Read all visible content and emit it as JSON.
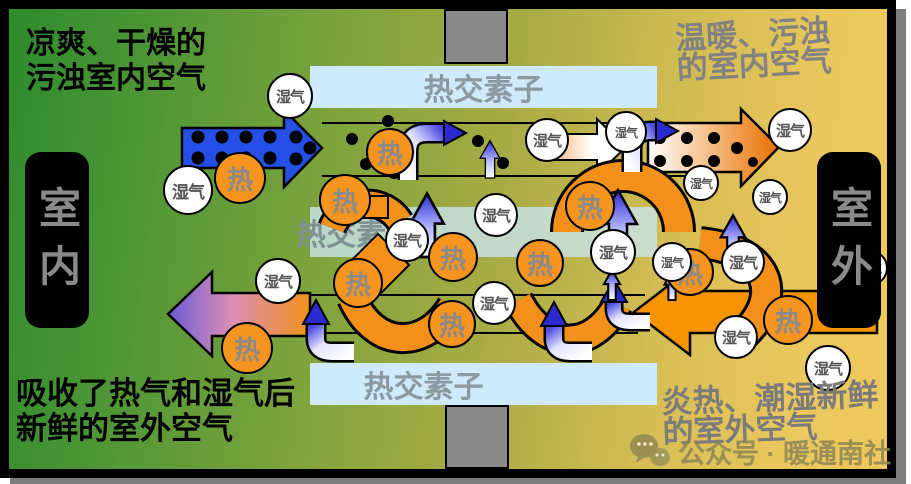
{
  "diagram": {
    "corner_texts": {
      "top_left": "凉爽、干燥的\n污浊室内空气",
      "top_right": "温暖、污浊\n的室内空气",
      "bottom_left": "吸收了热气和湿气后\n新鲜的室外空气",
      "bottom_right": "炎热、潮湿新鲜\n的室外空气"
    },
    "side_labels": {
      "indoor": "室内",
      "outdoor": "室外"
    },
    "exchanger_label": "热交素子",
    "particle_labels": {
      "heat": "热",
      "moisture": "湿气"
    },
    "watermark": "公众号 · 暖通南社",
    "colors": {
      "background_left_green": "#2e8b2e",
      "background_right_yellow": "#ecc95e",
      "indoor_supply_arrow_blue": "#2450e8",
      "outdoor_intake_arrow_orange": "#f59300",
      "exhaust_gradient_purple": "#6a5ad6",
      "heat_circle_orange": "#f5941f",
      "moisture_circle_white": "#ffffff",
      "exchanger_bar_blue": "#cfeafc",
      "duct_connector_gray": "#8a8a8a",
      "frame_black": "#000000",
      "shadow_gray": "#7d7d7d"
    }
  }
}
